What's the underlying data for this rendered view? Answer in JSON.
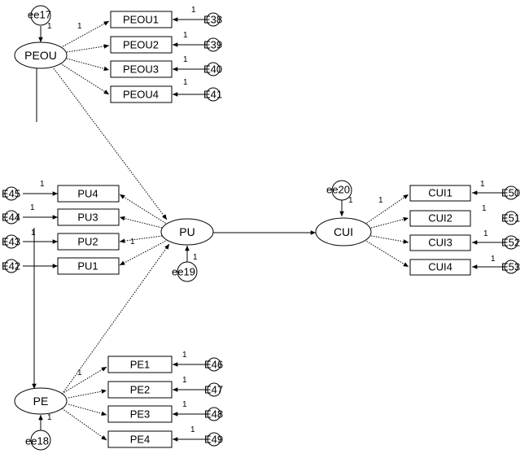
{
  "latents": {
    "peou": "PEOU",
    "pu": "PU",
    "pe": "PE",
    "cui": "CUI"
  },
  "indicators": {
    "peou": [
      "PEOU1",
      "PEOU2",
      "PEOU3",
      "PEOU4"
    ],
    "pu": [
      "PU4",
      "PU3",
      "PU2",
      "PU1"
    ],
    "pe": [
      "PE1",
      "PE2",
      "PE3",
      "PE4"
    ],
    "cui": [
      "CUI1",
      "CUI2",
      "CUI3",
      "CUI4"
    ]
  },
  "errors": {
    "peou": [
      "E38",
      "E39",
      "E40",
      "E41"
    ],
    "pu": [
      "E45",
      "E44",
      "E43",
      "E42"
    ],
    "pe": [
      "E46",
      "E47",
      "E48",
      "E49"
    ],
    "cui": [
      "E50",
      "E51",
      "E52",
      "E53"
    ]
  },
  "disturbances": {
    "peou": "ee17",
    "pu": "ee19",
    "pe": "ee18",
    "cui": "ee20"
  },
  "coefficient": "1"
}
